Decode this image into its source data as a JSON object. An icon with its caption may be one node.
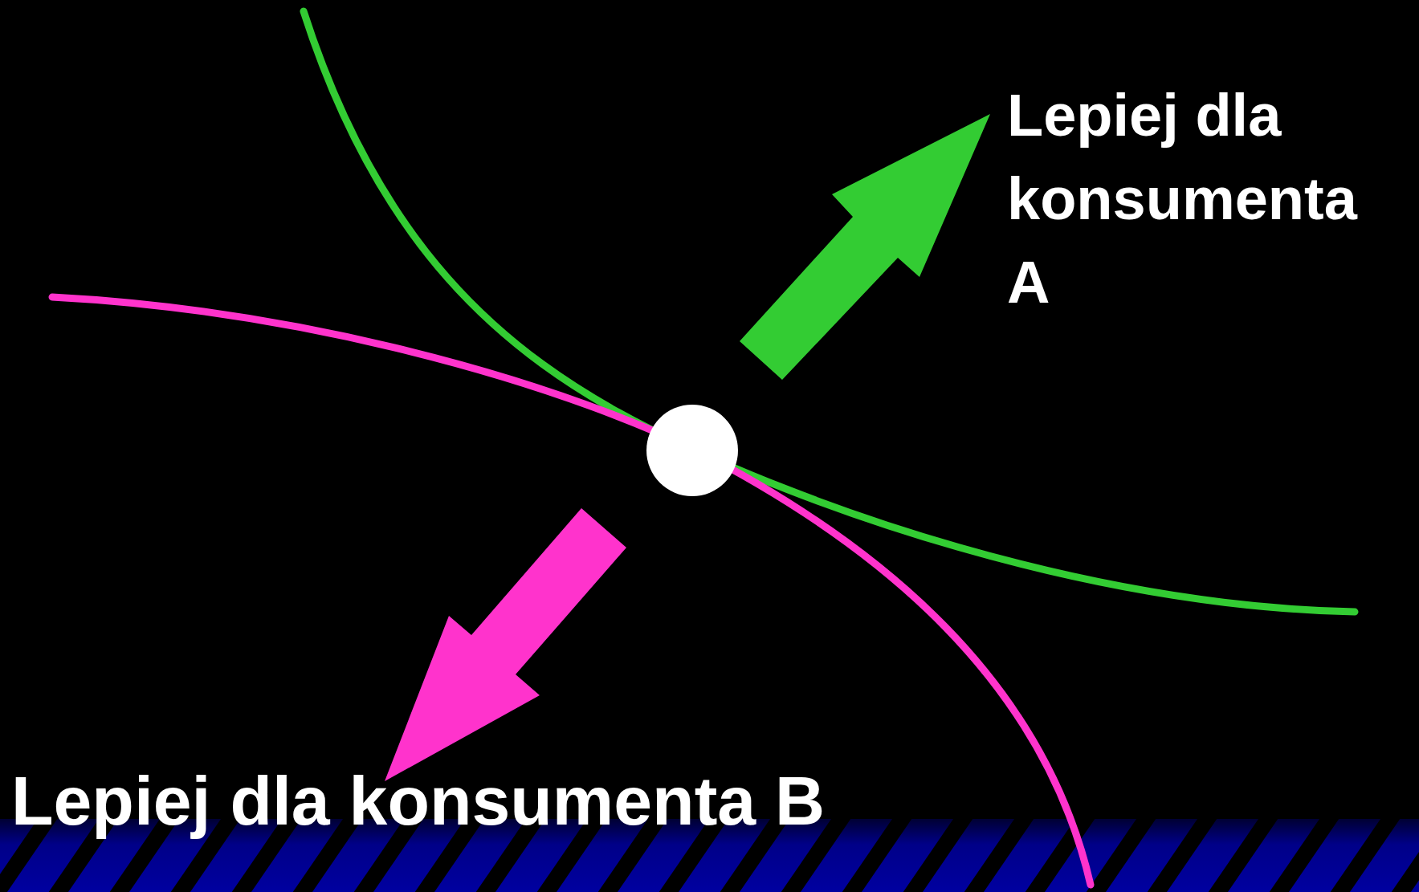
{
  "diagram": {
    "nodes": [
      {
        "text": [],
        "shape": "circle"
      }
    ],
    "labels": [
      "Lepiej dla konsumenta A",
      "Lepiej dla konsumenta B"
    ]
  }
}
